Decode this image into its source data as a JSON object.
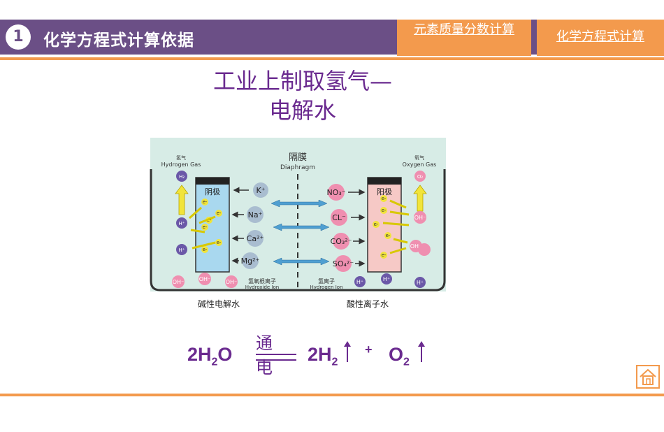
{
  "header": {
    "section_number": "1",
    "title": "化学方程式计算依据",
    "nav_items": [
      {
        "label": "元素质量分数计算"
      },
      {
        "label": "化学方程式计算"
      }
    ]
  },
  "slide": {
    "title_line1": "工业上制取氢气—",
    "title_line2": "电解水"
  },
  "diagram": {
    "diaphragm_cn": "隔膜",
    "diaphragm_en": "Diaphragm",
    "hydrogen_cn": "氢气",
    "hydrogen_en": "Hydrogen Gas",
    "oxygen_cn": "氧气",
    "oxygen_en": "Oxygen Gas",
    "cathode": "阴极",
    "anode": "阳极",
    "left_ions": [
      "K⁺",
      "Na⁺",
      "Ca²⁺",
      "Mg²⁺"
    ],
    "right_ions": [
      "NO₃⁻",
      "CL⁻",
      "CO₃²⁻",
      "SO₄²⁻"
    ],
    "hydroxide_cn": "氢氧根离子",
    "hydroxide_en": "Hydroxide Ion",
    "hydrogen_ion_cn": "氢离子",
    "hydrogen_ion_en": "Hydrogen Ion",
    "h2": "H₂",
    "o2": "O₂",
    "h_plus": "H⁺",
    "oh": "OH⁻",
    "electron": "e-",
    "left_caption": "碱性电解水",
    "right_caption": "酸性离子水",
    "colors": {
      "bath": "#d7ece6",
      "cathode": "#a9d8ef",
      "anode": "#f6c9c6",
      "hydrogen": "#6b58a8",
      "oxygen": "#ef8fb0",
      "arrow": "#4f9fd1",
      "yellow": "#f1e43a"
    }
  },
  "equation": {
    "reactant": "2H",
    "reactant_sub": "2",
    "reactant_tail": "O",
    "condition": "通电",
    "product1": "2H",
    "product1_sub": "2",
    "plus": "+",
    "product2": "O",
    "product2_sub": "2"
  },
  "theme": {
    "purple": "#6b4f86",
    "orange": "#f39a4d",
    "title_purple": "#6a2a8f"
  }
}
